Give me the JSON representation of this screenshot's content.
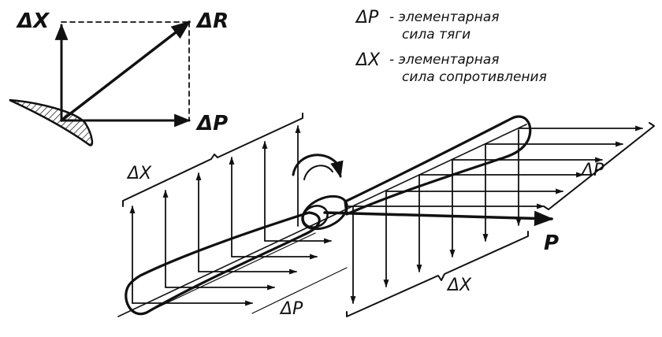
{
  "labels": {
    "force_triangle": {
      "dx": "ΔX",
      "dr": "ΔR",
      "dp": "ΔP"
    },
    "legend": {
      "item1_symbol": "ΔP",
      "item1_line1": "- элементарная",
      "item1_line2": "сила тяги",
      "item2_symbol": "ΔX",
      "item2_line1": "- элементарная",
      "item2_line2": "сила сопротивления"
    },
    "propeller": {
      "dx_left": "ΔX",
      "dp_right": "ΔP",
      "p_total": "P",
      "dx_bottom": "ΔX",
      "dp_bottom": "ΔP"
    }
  },
  "colors": {
    "ink": "#111111",
    "background": "#ffffff"
  }
}
